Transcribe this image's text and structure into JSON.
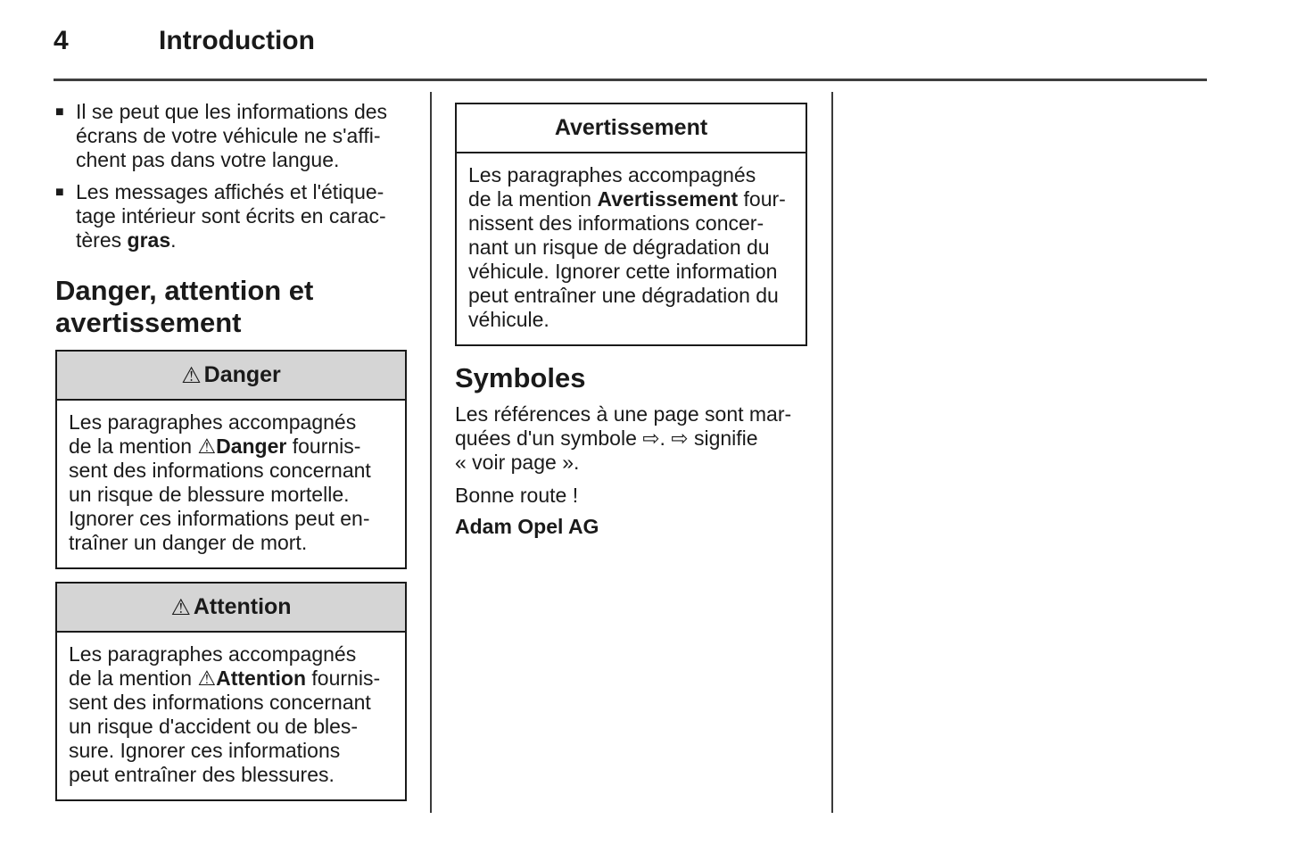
{
  "page": {
    "number": "4",
    "title": "Introduction"
  },
  "icons": {
    "bullet_square": "■",
    "warning_triangle": "⚠"
  },
  "colors": {
    "box_header_bg": "#d5d5d5",
    "text": "#1a1a1a",
    "rule": "#3f3f3f"
  },
  "column1": {
    "bullets": [
      {
        "segments": [
          {
            "t": "Il se peut que les informations des\nécrans de votre véhicule ne s'affi-\nchent pas dans votre langue."
          }
        ]
      },
      {
        "segments": [
          {
            "t": "Les messages affichés et l'étique-\ntage intérieur sont écrits en carac-\ntères "
          },
          {
            "t": "gras",
            "b": true
          },
          {
            "t": "."
          }
        ]
      }
    ],
    "section_heading": "Danger, attention et\navertissement",
    "danger_box": {
      "title": "Danger",
      "body_segments": [
        {
          "t": "Les paragraphes accompagnés\nde la mention "
        },
        {
          "t": "⚠"
        },
        {
          "t": "Danger",
          "b": true
        },
        {
          "t": " fournis-\nsent des informations concernant\nun risque de blessure mortelle.\nIgnorer ces informations peut en-\ntraîner un danger de mort."
        }
      ]
    },
    "attention_box": {
      "title": "Attention",
      "body_segments": [
        {
          "t": "Les paragraphes accompagnés\nde la mention "
        },
        {
          "t": "⚠"
        },
        {
          "t": "Attention",
          "b": true
        },
        {
          "t": " fournis-\nsent des informations concernant\nun risque d'accident ou de bles-\nsure. Ignorer ces informations\npeut entraîner des blessures."
        }
      ]
    }
  },
  "column2": {
    "warning_box": {
      "title": "Avertissement",
      "body_segments": [
        {
          "t": "Les paragraphes accompagnés\nde la mention "
        },
        {
          "t": "Avertissement",
          "b": true
        },
        {
          "t": " four-\nnissent des informations concer-\nnant un risque de dégradation du\nvéhicule. Ignorer cette information\npeut entraîner une dégradation du\nvéhicule."
        }
      ]
    },
    "symbols_heading": "Symboles",
    "symbols_paragraph": "Les références à une page sont mar-\nquées d'un symbole ⇨. ⇨ signifie\n« voir page ».",
    "closing_line": "Bonne route !",
    "signature": "Adam Opel AG"
  }
}
